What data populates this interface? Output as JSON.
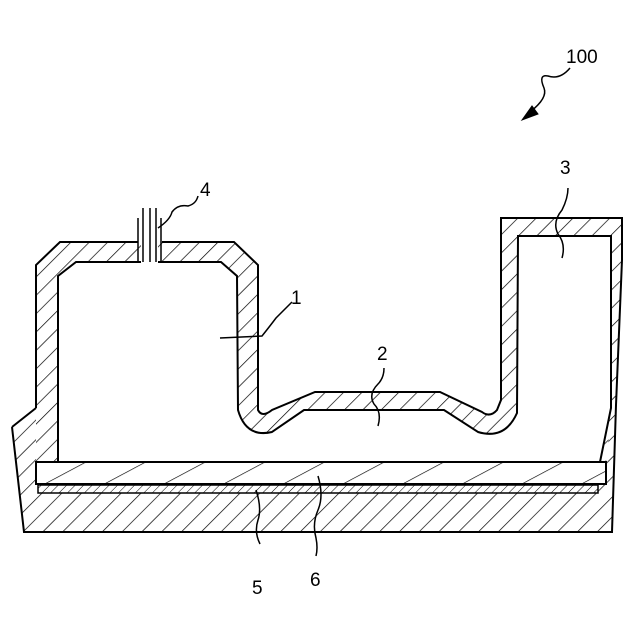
{
  "labels": {
    "assembly": "100",
    "part1": "1",
    "part2": "2",
    "part3": "3",
    "part4": "4",
    "part5": "5",
    "part6": "6"
  }
}
